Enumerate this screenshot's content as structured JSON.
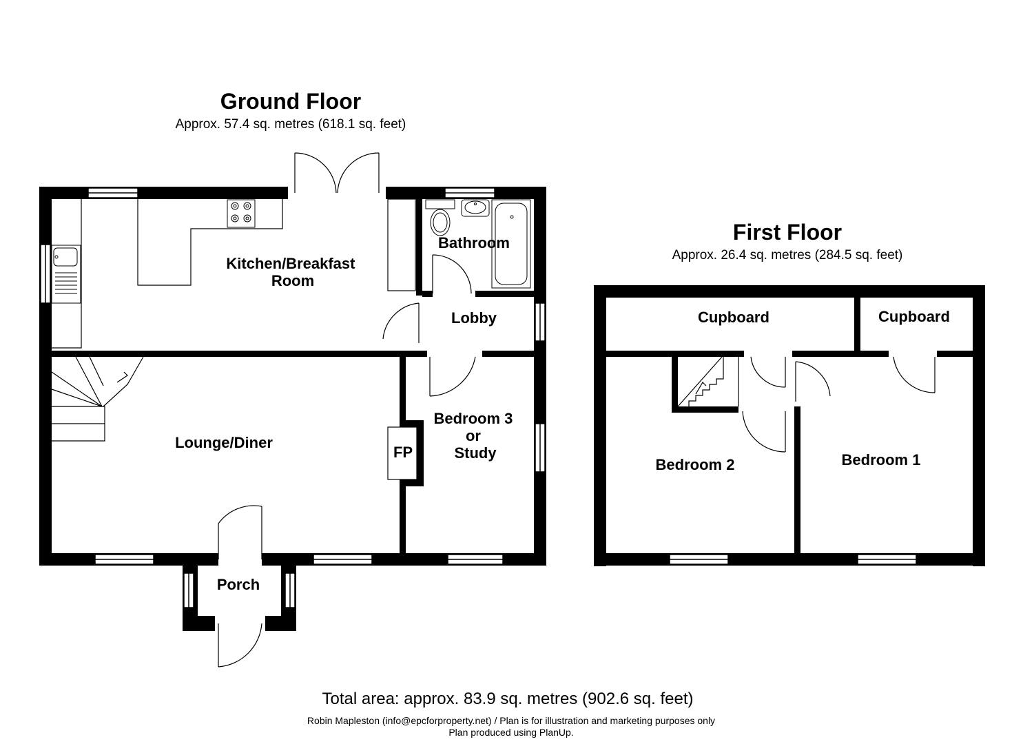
{
  "ground_floor": {
    "title": "Ground Floor",
    "area": "Approx. 57.4 sq. metres (618.1 sq. feet)",
    "rooms": {
      "kitchen": [
        "Kitchen/Breakfast",
        "Room"
      ],
      "bathroom": "Bathroom",
      "lobby": "Lobby",
      "lounge": "Lounge/Diner",
      "bedroom3": [
        "Bedroom 3",
        "or",
        "Study"
      ],
      "fireplace": "FP",
      "porch": "Porch"
    }
  },
  "first_floor": {
    "title": "First Floor",
    "area": "Approx. 26.4 sq. metres (284.5 sq. feet)",
    "rooms": {
      "cupboard_left": "Cupboard",
      "cupboard_right": "Cupboard",
      "bedroom2": "Bedroom 2",
      "bedroom1": "Bedroom 1"
    }
  },
  "footer": {
    "total": "Total area: approx. 83.9 sq. metres (902.6 sq. feet)",
    "credit_line1": "Robin Mapleston (info@epcforproperty.net) / Plan is for illustration and marketing purposes only",
    "credit_line2": "Plan produced using PlanUp."
  },
  "colors": {
    "wall": "#000000",
    "background": "#ffffff",
    "fixture": "#000000"
  }
}
